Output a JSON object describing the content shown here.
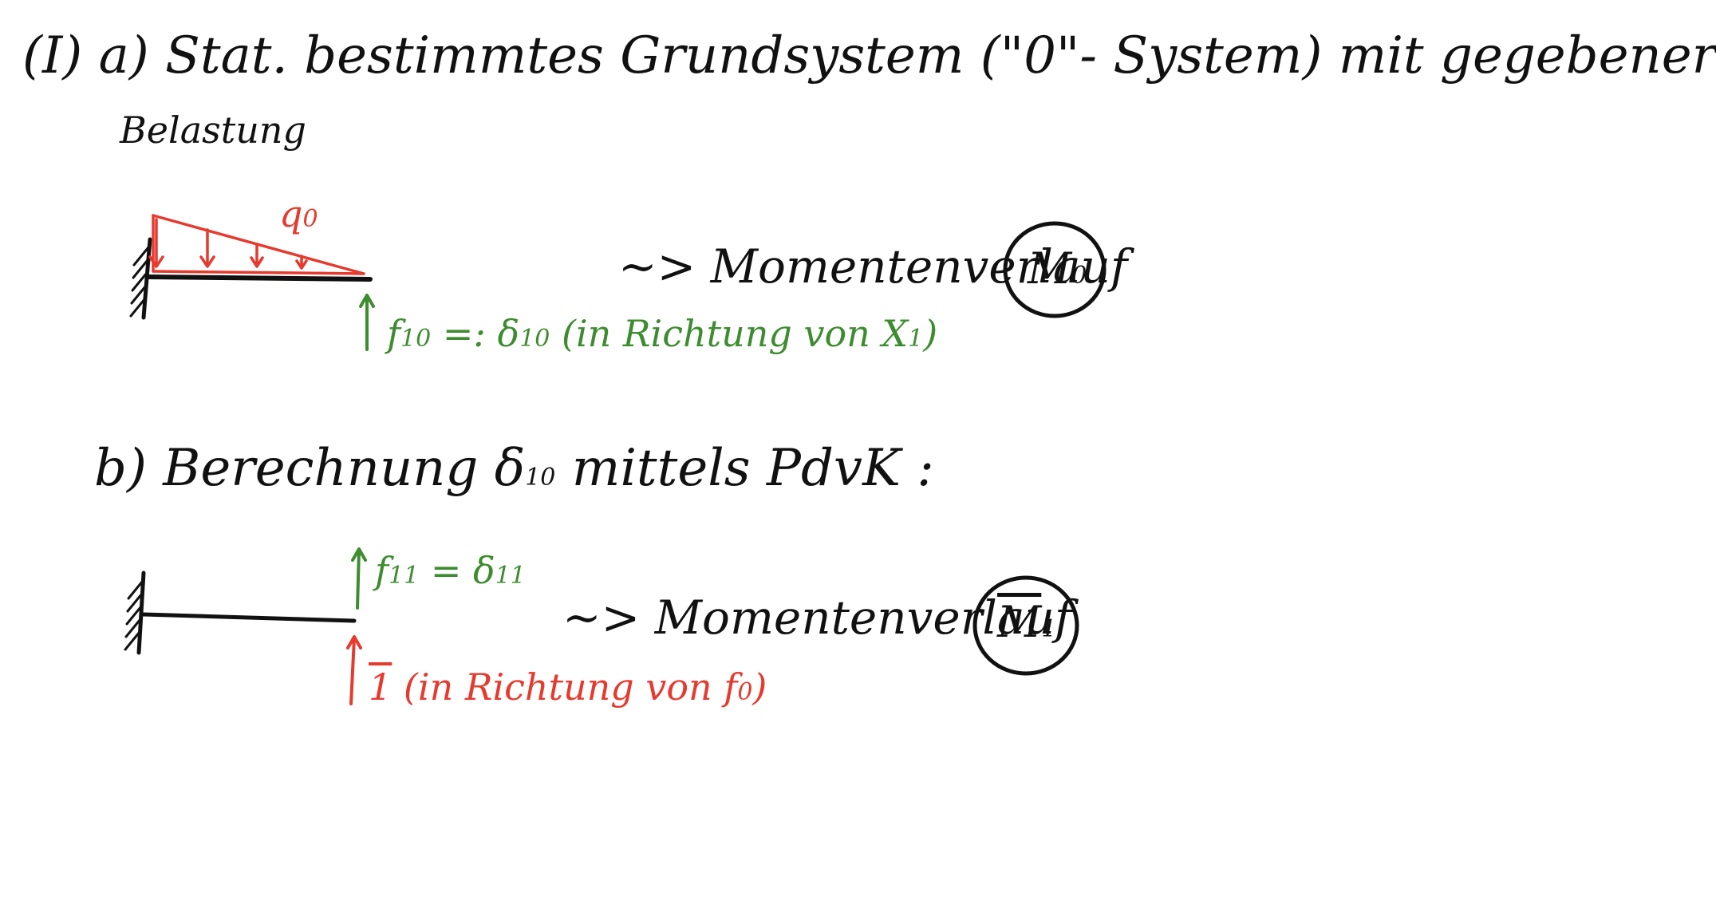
{
  "header": {
    "line1": "(I) a) Stat. bestimmtes Grundsystem (\"0\"- System) mit gegebener",
    "line2": "Belastung"
  },
  "part_a": {
    "load_label": "q",
    "load_label_sub": "0",
    "moment_text": "~> Momentenverlauf",
    "moment_circle": "M",
    "moment_circle_sub": "0",
    "deflection_symbol": "f",
    "deflection_sub": "10",
    "equals_text": "=: δ",
    "delta_sub": "10",
    "direction_text": "(in Richtung von X",
    "direction_sub": "1",
    "direction_close": ")"
  },
  "part_b": {
    "heading": "b) Berechnung δ",
    "heading_sub": "10",
    "heading_rest": "mittels PdvK :",
    "deflection_symbol": "f",
    "deflection_sub": "11",
    "equals_text": "= δ",
    "delta_sub": "11",
    "unit_load": "1",
    "direction_text": "(in Richtung von f",
    "direction_sub": "0",
    "direction_close": ")",
    "moment_text": "~> Momentenverlauf",
    "moment_circle": "M",
    "moment_circle_sub": "1"
  },
  "colors": {
    "ink": "#111111",
    "load_red": "#e63a2e",
    "deflection_green": "#3d8c2f"
  }
}
